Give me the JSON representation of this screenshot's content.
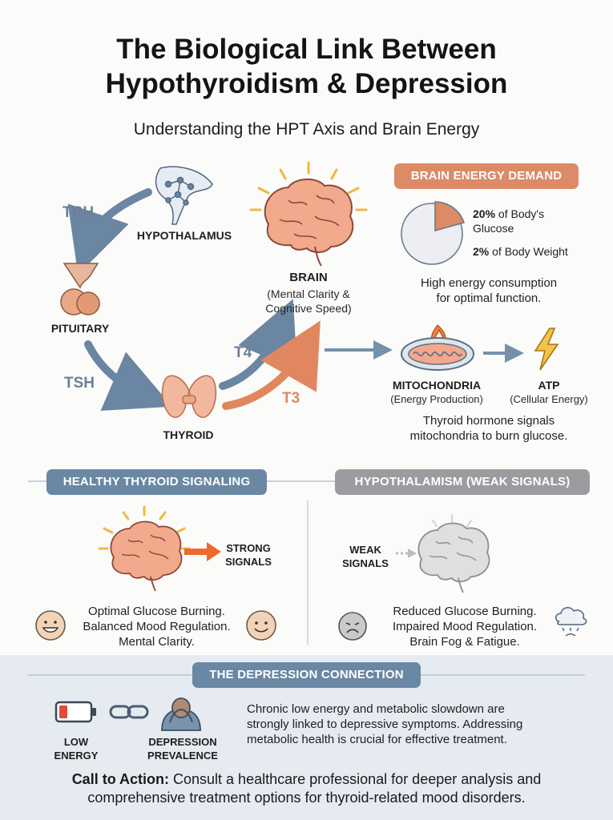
{
  "title_line1": "The Biological Link Between",
  "title_line2": "Hypothyroidism & Depression",
  "subtitle": "Understanding the HPT Axis and Brain Energy",
  "axis": {
    "trh": "TRH",
    "tsh": "TSH",
    "t4": "T4",
    "t3": "T3",
    "hypothalamus": "HYPOTHALAMUS",
    "pituitary": "PITUITARY",
    "thyroid": "THYROID"
  },
  "brain": {
    "label": "BRAIN",
    "desc_line1": "(Mental Clarity &",
    "desc_line2": "Cognitive Speed)"
  },
  "energy_demand": {
    "header": "BRAIN ENERGY DEMAND",
    "stat1_value": "20%",
    "stat1_text": " of Body's",
    "stat1_text2": "Glucose",
    "stat2_value": "2%",
    "stat2_text": " of Body Weight",
    "note_line1": "High energy consumption",
    "note_line2": "for optimal function."
  },
  "mito": {
    "label": "MITOCHONDRIA",
    "desc": "(Energy Production)",
    "atp_label": "ATP",
    "atp_desc": "(Cellular Energy)",
    "note_line1": "Thyroid hormone signals",
    "note_line2": "mitochondria to burn glucose."
  },
  "healthy": {
    "header": "HEALTHY THYROID SIGNALING",
    "signal_line1": "STRONG",
    "signal_line2": "SIGNALS",
    "line1": "Optimal Glucose Burning.",
    "line2": "Balanced Mood Regulation.",
    "line3": "Mental Clarity."
  },
  "weak": {
    "header": "HYPOTHALAMISM (WEAK SIGNALS)",
    "signal_line1": "WEAK",
    "signal_line2": "SIGNALS",
    "line1": "Reduced Glucose Burning.",
    "line2": "Impaired Mood Regulation.",
    "line3": "Brain Fog & Fatigue."
  },
  "connection": {
    "header": "THE DEPRESSION CONNECTION",
    "low_line1": "LOW",
    "low_line2": "ENERGY",
    "dep_line1": "DEPRESSION",
    "dep_line2": "PREVALENCE",
    "text_line1": "Chronic low energy and metabolic slowdown are",
    "text_line2": "strongly linked to depressive symptoms. Addressing",
    "text_line3": "metabolic health is crucial for effective treatment.",
    "cta_label": "Call to Action:",
    "cta_text1": " Consult a healthcare professional for deeper analysis and",
    "cta_text2": "comprehensive treatment options for thyroid-related mood disorders."
  },
  "colors": {
    "accent_orange": "#dd8a66",
    "accent_blue": "#6a87a4",
    "neutral_gray": "#9a9c9f"
  }
}
